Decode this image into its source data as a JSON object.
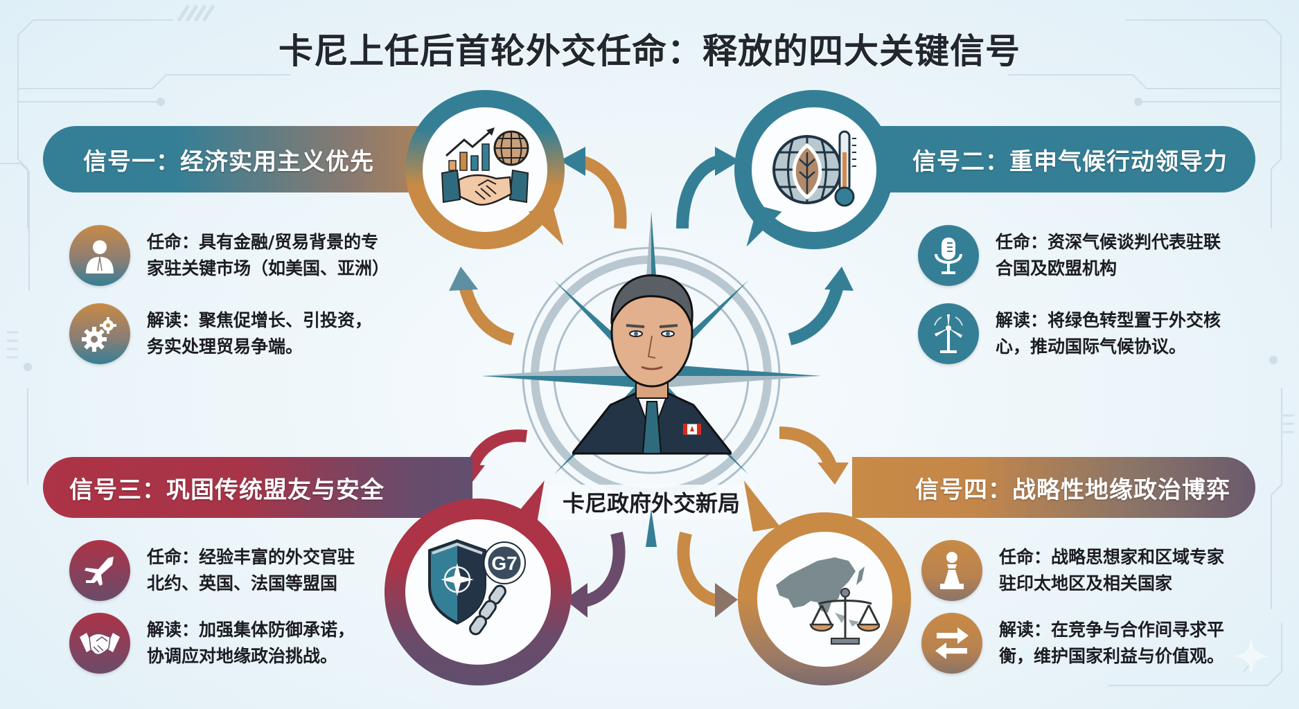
{
  "title": "卡尼上任后首轮外交任命：释放的四大关键信号",
  "center": {
    "label": "卡尼政府外交新局",
    "portrait": "mark-carney-portrait",
    "pin": "canada-flag-pin"
  },
  "colors": {
    "teal": "#357f96",
    "orange": "#c88a45",
    "crimson": "#ad3346",
    "plum": "#614e6e",
    "text": "#1c1c22",
    "background": "#eef6fa"
  },
  "signals": [
    {
      "heading": "信号一：经济实用主义优先",
      "emblem": "handshake-chart-globe-icon",
      "items": [
        {
          "icon": "businessman-icon",
          "line1": "任命：具有金融/贸易背景的专",
          "line2": "家驻关键市场（如美国、亚洲）"
        },
        {
          "icon": "gears-icon",
          "line1": "解读：聚焦促增长、引投资，",
          "line2": "务实处理贸易争端。"
        }
      ]
    },
    {
      "heading": "信号二：重申气候行动领导力",
      "emblem": "globe-leaf-thermometer-icon",
      "items": [
        {
          "icon": "microphone-icon",
          "line1": "任命：资深气候谈判代表驻联",
          "line2": "合国及欧盟机构"
        },
        {
          "icon": "wind-turbine-icon",
          "line1": "解读：将绿色转型置于外交核",
          "line2": "心，推动国际气候协议。"
        }
      ]
    },
    {
      "heading": "信号三：巩固传统盟友与安全",
      "emblem": "nato-shield-g7-chain-icon",
      "emblem_badge": "G7",
      "items": [
        {
          "icon": "fighter-jet-icon",
          "line1": "任命：经验丰富的外交官驻",
          "line2": "北约、英国、法国等盟国"
        },
        {
          "icon": "handshake-icon",
          "line1": "解读：加强集体防御承诺，",
          "line2": "协调应对地缘政治挑战。"
        }
      ]
    },
    {
      "heading": "信号四：战略性地缘政治博弈",
      "emblem": "asia-map-scales-icon",
      "items": [
        {
          "icon": "chess-pawn-icon",
          "line1": "任命：战略思想家和区域专家",
          "line2": "驻印太地区及相关国家"
        },
        {
          "icon": "exchange-arrows-icon",
          "line1": "解读：在竞争与合作间寻求平",
          "line2": "衡，维护国家利益与价值观。"
        }
      ]
    }
  ]
}
